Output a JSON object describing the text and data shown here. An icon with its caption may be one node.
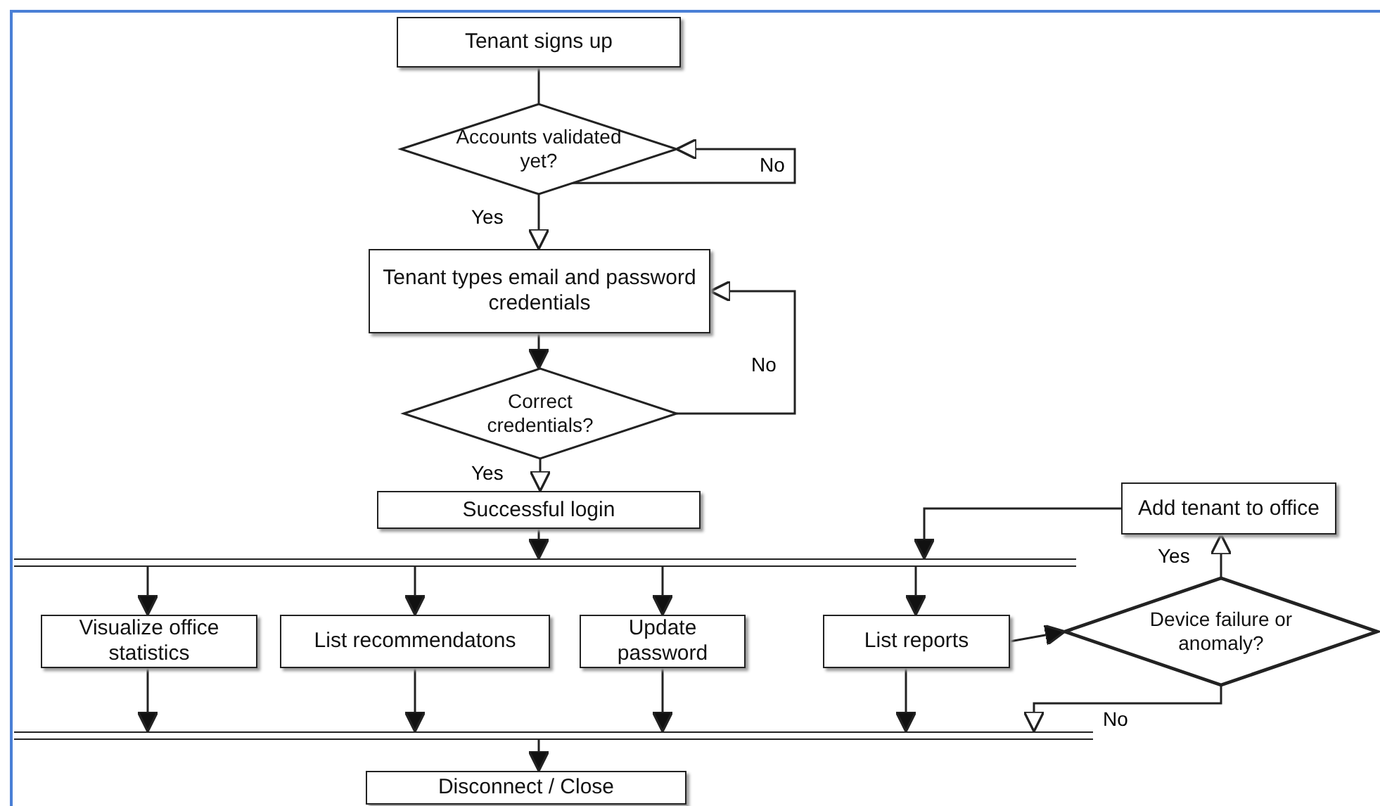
{
  "diagram": {
    "nodes": [
      {
        "text": [
          "Tenant signs up"
        ]
      },
      {
        "text": [
          "Accounts validated yet?"
        ]
      },
      {
        "text": [
          "Tenant types email and password credentials"
        ]
      },
      {
        "text": [
          "Correct credentials?"
        ]
      },
      {
        "text": [
          "Successful login"
        ]
      },
      {
        "text": [],
        "shape": "bar"
      },
      {
        "text": [
          "Visualize office statistics"
        ]
      },
      {
        "text": [
          "List recommendatons"
        ]
      },
      {
        "text": [
          "Update password"
        ]
      },
      {
        "text": [
          "List reports"
        ]
      },
      {
        "text": [
          "Device failure or anomaly?"
        ]
      },
      {
        "text": [
          "Add tenant to office"
        ]
      },
      {
        "text": [],
        "shape": "bar"
      },
      {
        "text": [
          "Disconnect / Close"
        ]
      }
    ],
    "edges": [
      {
        "from": 0,
        "to": 1,
        "arrow": "none"
      },
      {
        "from": 1,
        "to": 1,
        "arrow": "to",
        "label": "No"
      },
      {
        "from": 1,
        "to": 2,
        "arrow": "to",
        "label": "Yes"
      },
      {
        "from": 2,
        "to": 3,
        "arrow": "to"
      },
      {
        "from": 3,
        "to": 2,
        "arrow": "to",
        "label": "No"
      },
      {
        "from": 3,
        "to": 4,
        "arrow": "to",
        "label": "Yes"
      },
      {
        "from": 4,
        "to": 5,
        "arrow": "to"
      },
      {
        "from": 5,
        "to": 6,
        "arrow": "to"
      },
      {
        "from": 5,
        "to": 7,
        "arrow": "to"
      },
      {
        "from": 5,
        "to": 8,
        "arrow": "to"
      },
      {
        "from": 5,
        "to": 9,
        "arrow": "to"
      },
      {
        "from": 6,
        "to": 12,
        "arrow": "to"
      },
      {
        "from": 7,
        "to": 12,
        "arrow": "to"
      },
      {
        "from": 8,
        "to": 12,
        "arrow": "to"
      },
      {
        "from": 9,
        "to": 12,
        "arrow": "to"
      },
      {
        "from": 9,
        "to": 10,
        "arrow": "to"
      },
      {
        "from": 10,
        "to": 11,
        "arrow": "to",
        "label": "Yes"
      },
      {
        "from": 11,
        "to": 5,
        "arrow": "to"
      },
      {
        "from": 10,
        "to": 12,
        "arrow": "to",
        "label": "No"
      },
      {
        "from": 12,
        "to": 13,
        "arrow": "to"
      }
    ]
  }
}
